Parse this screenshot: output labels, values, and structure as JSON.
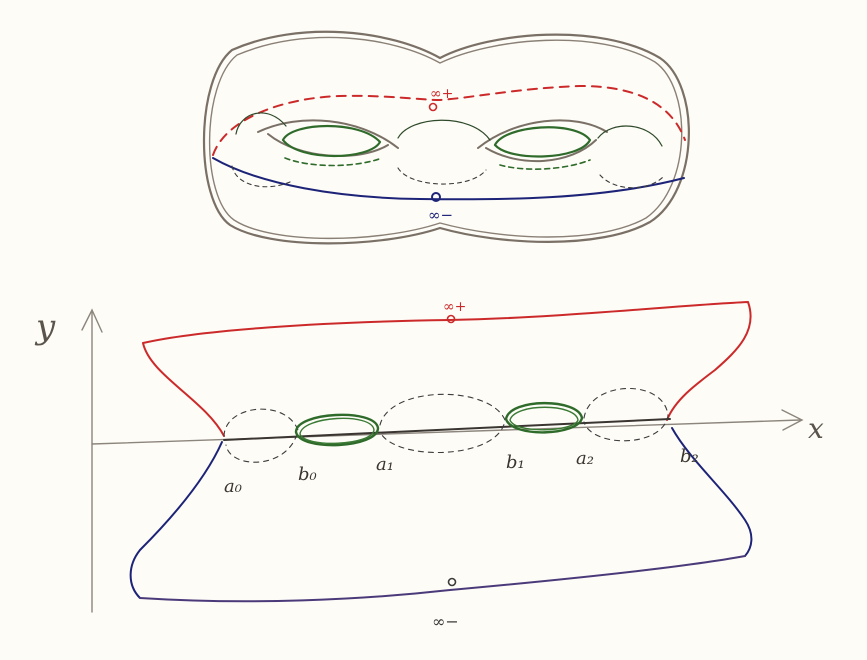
{
  "surface": {
    "labels": {
      "inf_plus": "∞+",
      "inf_minus": "∞−"
    }
  },
  "plane": {
    "axes": {
      "x": "x",
      "y": "y"
    },
    "labels": {
      "inf_plus": "∞+",
      "inf_minus": "∞−",
      "a0": "a₀",
      "b0": "b₀",
      "a1": "a₁",
      "b1": "b₁",
      "a2": "a₂",
      "b2": "b₂"
    }
  },
  "colors": {
    "pencil": "#7a7066",
    "red": "#cc2a2a",
    "blue": "#1d2478",
    "green": "#2f6b2a",
    "purple": "#4b3a7a",
    "axis": "#8c857c",
    "paper": "#fdfcf7"
  }
}
